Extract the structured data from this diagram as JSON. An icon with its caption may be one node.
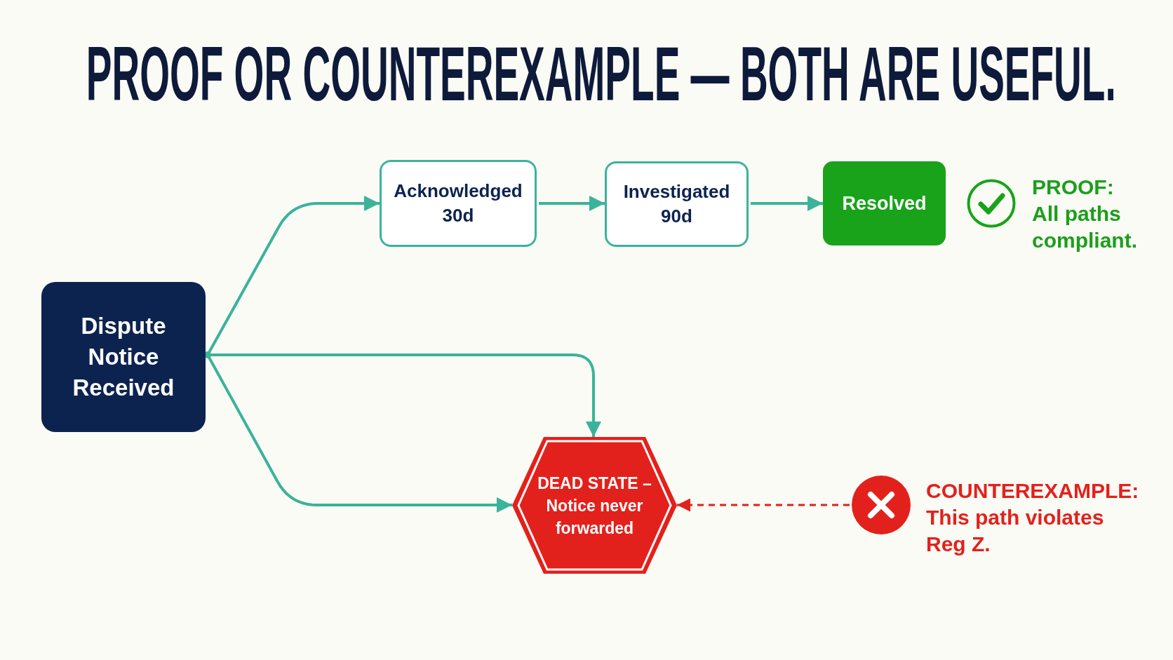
{
  "diagram": {
    "title": "PROOF OR COUNTEREXAMPLE — BOTH ARE USEFUL.",
    "nodes": [
      {
        "text": [
          "Dispute Notice Received"
        ]
      },
      {
        "text": [
          "Acknowledged 30d"
        ]
      },
      {
        "text": [
          "Investigated 90d"
        ]
      },
      {
        "text": [
          "Resolved"
        ]
      },
      {
        "text": [
          "DEAD STATE – Notice never forwarded"
        ]
      },
      {
        "text": [],
        "shape": "circle",
        "beside": [
          "COUNTEREXAMPLE:",
          "This path violates Reg Z."
        ]
      }
    ],
    "edges": [
      {
        "from": 0,
        "to": 1,
        "arrow": "to"
      },
      {
        "from": 0,
        "to": 4,
        "arrow": "to"
      },
      {
        "from": 0,
        "to": 4,
        "arrow": "to"
      },
      {
        "from": 1,
        "to": 2,
        "arrow": "to"
      },
      {
        "from": 2,
        "to": 3,
        "arrow": "to"
      },
      {
        "from": 5,
        "to": 4,
        "arrow": "to",
        "style": "dashed",
        "color": "#e3211c"
      }
    ],
    "labels": [
      "PROOF:",
      "All paths compliant."
    ]
  }
}
